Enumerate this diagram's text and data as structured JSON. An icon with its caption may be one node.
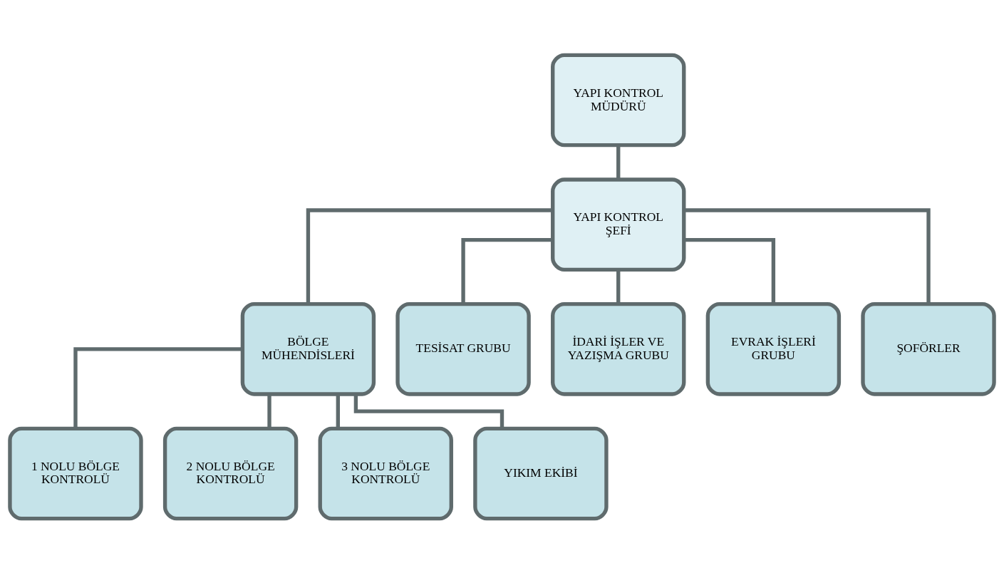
{
  "diagram": {
    "nodes": [
      {
        "text": [
          "YAPI KONTROL MÜDÜRÜ"
        ]
      },
      {
        "text": [
          "YAPI KONTROL ŞEFİ"
        ]
      },
      {
        "text": [
          "BÖLGE MÜHENDİSLERİ"
        ]
      },
      {
        "text": [
          "TESİSAT GRUBU"
        ]
      },
      {
        "text": [
          "İDARİ İŞLER VE YAZIŞMA GRUBU"
        ]
      },
      {
        "text": [
          "EVRAK İŞLERİ GRUBU"
        ]
      },
      {
        "text": [
          "ŞOFÖRLER"
        ]
      },
      {
        "text": [
          "1 NOLU BÖLGE KONTROLÜ"
        ]
      },
      {
        "text": [
          "2 NOLU BÖLGE KONTROLÜ"
        ]
      },
      {
        "text": [
          "3 NOLU BÖLGE KONTROLÜ"
        ]
      },
      {
        "text": [
          "YIKIM EKİBİ"
        ]
      }
    ],
    "edges": [
      {
        "from": 0,
        "to": 1,
        "arrow": "none"
      },
      {
        "from": 1,
        "to": 2,
        "arrow": "none"
      },
      {
        "from": 1,
        "to": 3,
        "arrow": "none"
      },
      {
        "from": 1,
        "to": 4,
        "arrow": "none"
      },
      {
        "from": 1,
        "to": 5,
        "arrow": "none"
      },
      {
        "from": 1,
        "to": 6,
        "arrow": "none"
      },
      {
        "from": 2,
        "to": 7,
        "arrow": "none"
      },
      {
        "from": 2,
        "to": 8,
        "arrow": "none"
      },
      {
        "from": 2,
        "to": 9,
        "arrow": "none"
      },
      {
        "from": 2,
        "to": 10,
        "arrow": "none"
      }
    ]
  }
}
